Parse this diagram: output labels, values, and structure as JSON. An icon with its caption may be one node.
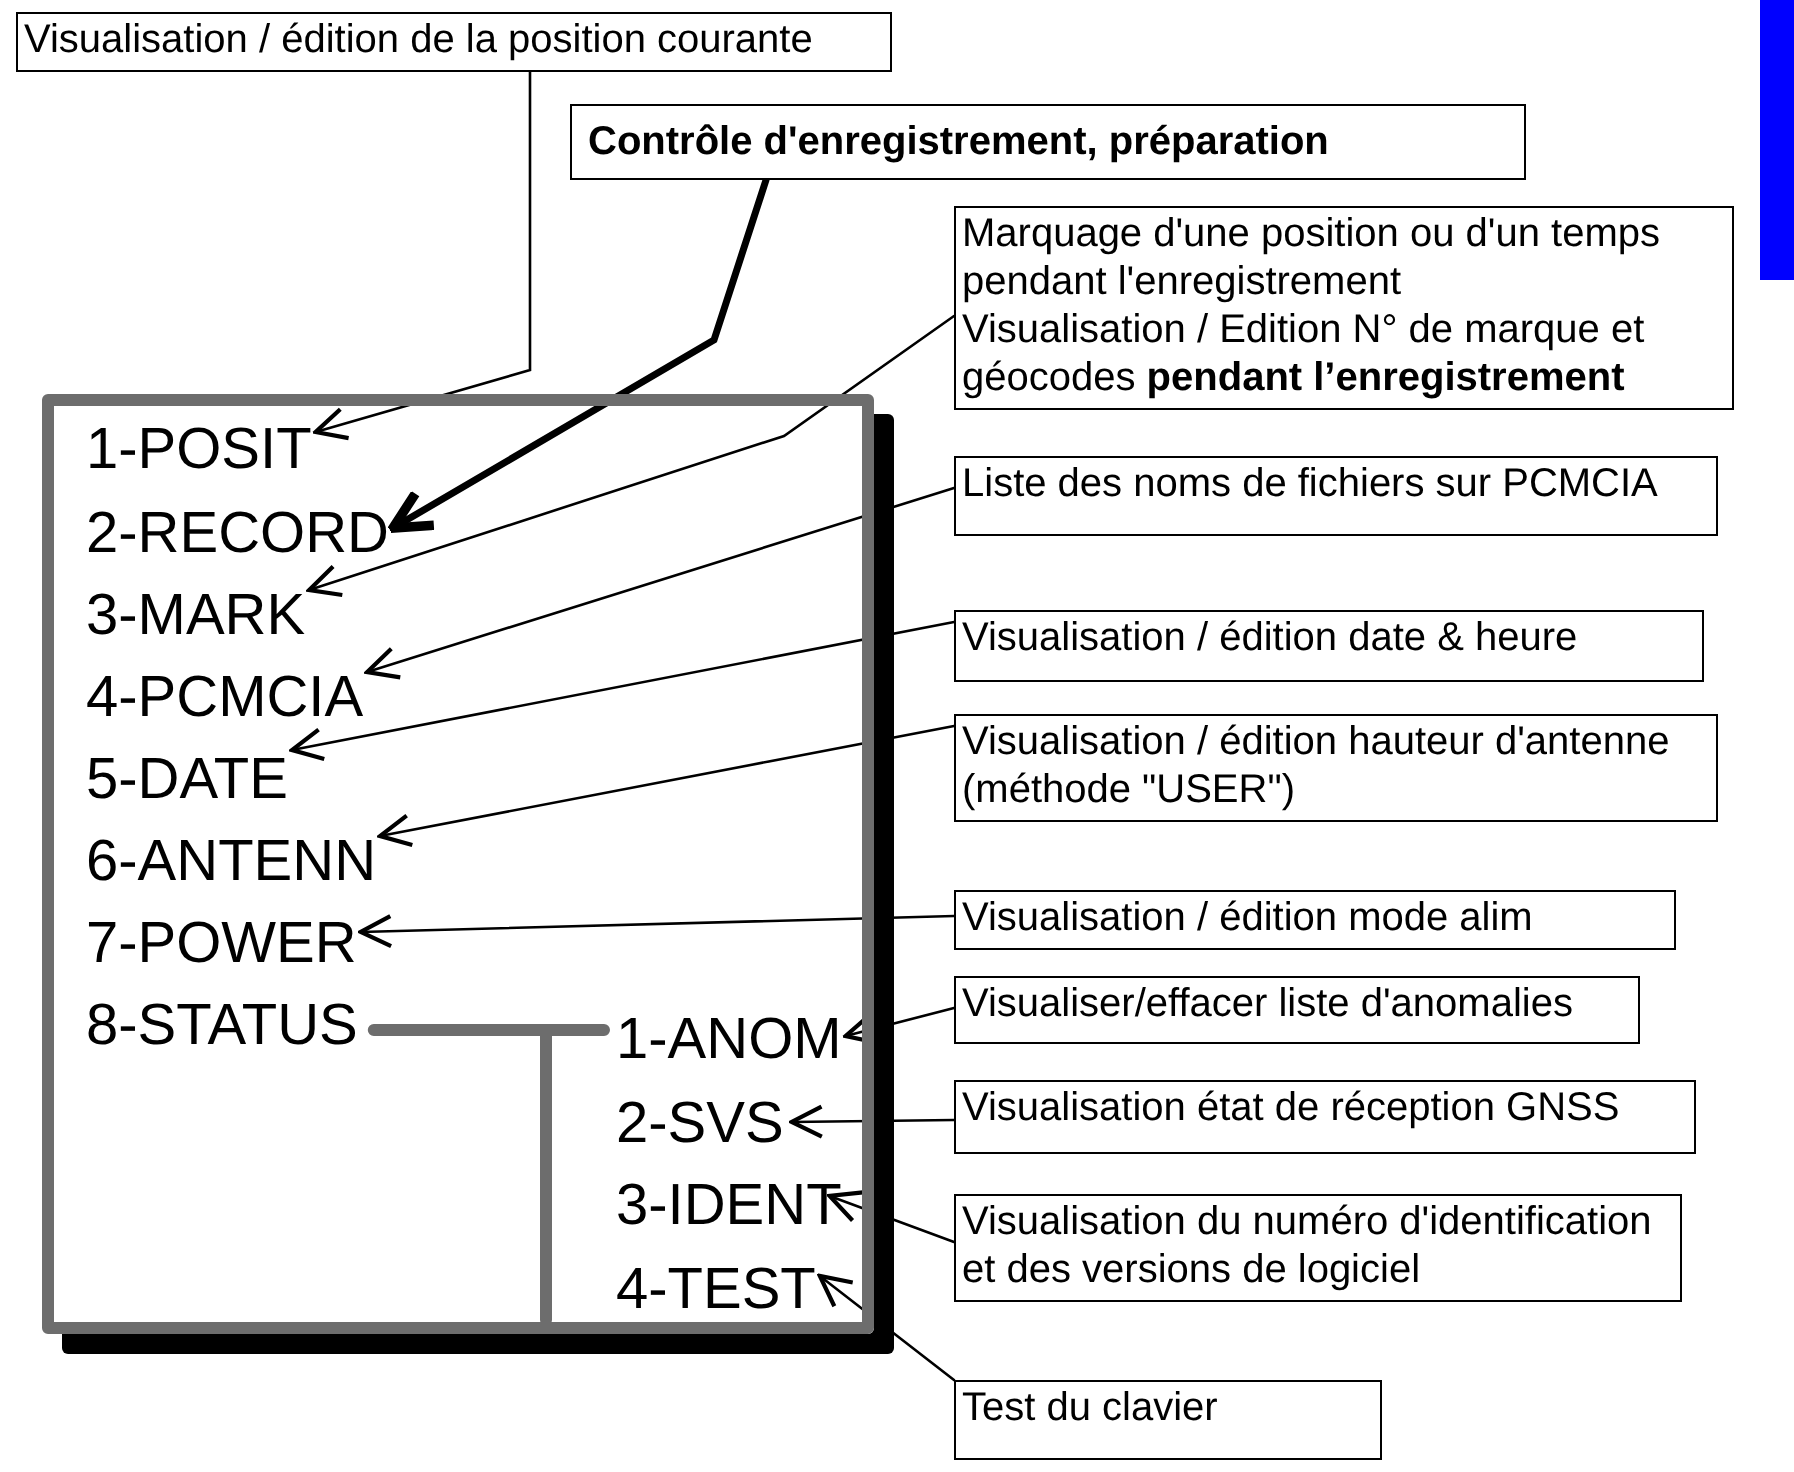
{
  "diagram": {
    "nodes": [
      {
        "text": [],
        "shape": "box"
      },
      {
        "text": [
          "1-POSIT"
        ],
        "in": 0
      },
      {
        "text": [
          "2-RECORD"
        ],
        "in": 0
      },
      {
        "text": [
          "3-MARK"
        ],
        "in": 0
      },
      {
        "text": [
          "4-PCMCIA"
        ],
        "in": 0
      },
      {
        "text": [
          "5-DATE"
        ],
        "in": 0
      },
      {
        "text": [
          "6-ANTENN"
        ],
        "in": 0
      },
      {
        "text": [
          "7-POWER"
        ],
        "in": 0
      },
      {
        "text": [
          "8-STATUS"
        ],
        "in": 0
      },
      {
        "text": [
          "1-ANOM"
        ],
        "in": 0
      },
      {
        "text": [
          "2-SVS"
        ],
        "in": 0
      },
      {
        "text": [
          "3-IDENT"
        ],
        "in": 0
      },
      {
        "text": [
          "4-TEST"
        ],
        "in": 0
      },
      {
        "text": [
          "Visualisation / édition de la position courante"
        ]
      },
      {
        "text": [
          "Contrôle d'enregistrement, préparation"
        ]
      },
      {
        "text": [
          "Marquage d'une position ou d'un temps pendant l'enregistrement",
          "Visualisation / Edition N° de marque et géocodes **pendant l’enregistrement**"
        ]
      },
      {
        "text": [
          "Liste des noms de fichiers sur PCMCIA"
        ]
      },
      {
        "text": [
          "Visualisation / édition date & heure"
        ]
      },
      {
        "text": [
          "Visualisation / édition hauteur d'antenne (méthode \"USER\")"
        ]
      },
      {
        "text": [
          "Visualisation / édition mode alim"
        ]
      },
      {
        "text": [
          "Visualiser/effacer liste d'anomalies"
        ]
      },
      {
        "text": [
          "Visualisation état de réception GNSS"
        ]
      },
      {
        "text": [
          "Visualisation du numéro d'identification et des versions de logiciel"
        ]
      },
      {
        "text": [
          "Test du clavier"
        ]
      },
      {
        "text": [],
        "shape": "bar"
      }
    ],
    "edges": [
      {
        "from": 13,
        "to": 1,
        "arrow": "to"
      },
      {
        "from": 14,
        "to": 2,
        "arrow": "to",
        "style": "thick"
      },
      {
        "from": 15,
        "to": 3,
        "arrow": "to"
      },
      {
        "from": 16,
        "to": 4,
        "arrow": "to"
      },
      {
        "from": 17,
        "to": 5,
        "arrow": "to"
      },
      {
        "from": 18,
        "to": 6,
        "arrow": "to"
      },
      {
        "from": 19,
        "to": 7,
        "arrow": "to"
      },
      {
        "from": 20,
        "to": 9,
        "arrow": "to"
      },
      {
        "from": 21,
        "to": 10,
        "arrow": "to"
      },
      {
        "from": 22,
        "to": 11,
        "arrow": "to"
      },
      {
        "from": 23,
        "to": 12,
        "arrow": "to"
      },
      {
        "from": 8,
        "to": 9,
        "arrow": "none",
        "style": "thick",
        "color": "#6d6d6d"
      }
    ]
  }
}
